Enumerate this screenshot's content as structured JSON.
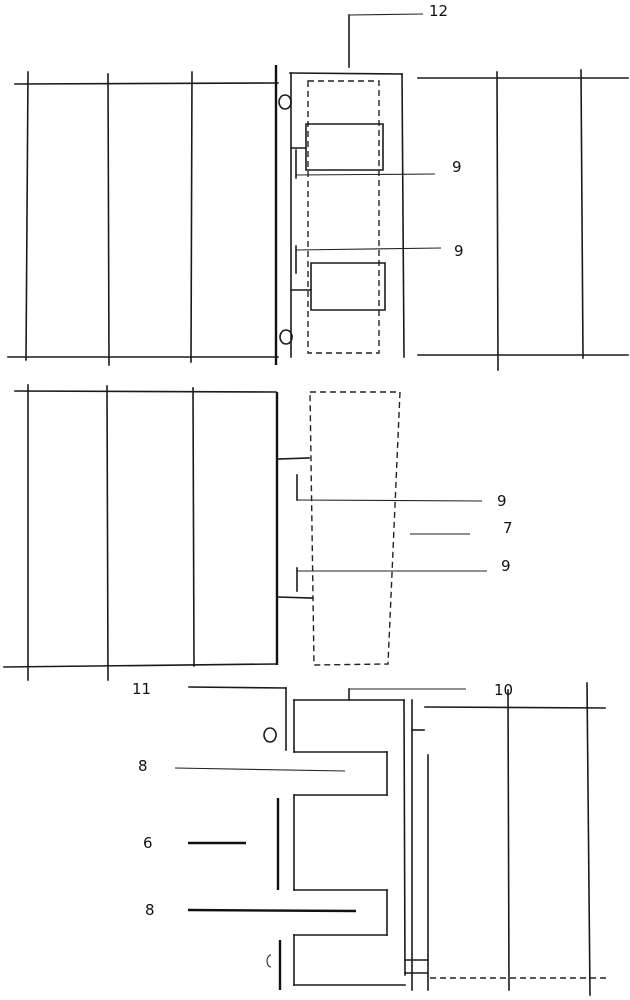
{
  "labels": {
    "l12": "12",
    "l9a": "9",
    "l9b": "9",
    "l9c": "9",
    "l7": "7",
    "l9d": "9",
    "l11": "11",
    "l10": "10",
    "l8a": "8",
    "l6": "6",
    "l8b": "8"
  },
  "colors": {
    "stroke": "#1a1a1a",
    "background": "#ffffff"
  }
}
